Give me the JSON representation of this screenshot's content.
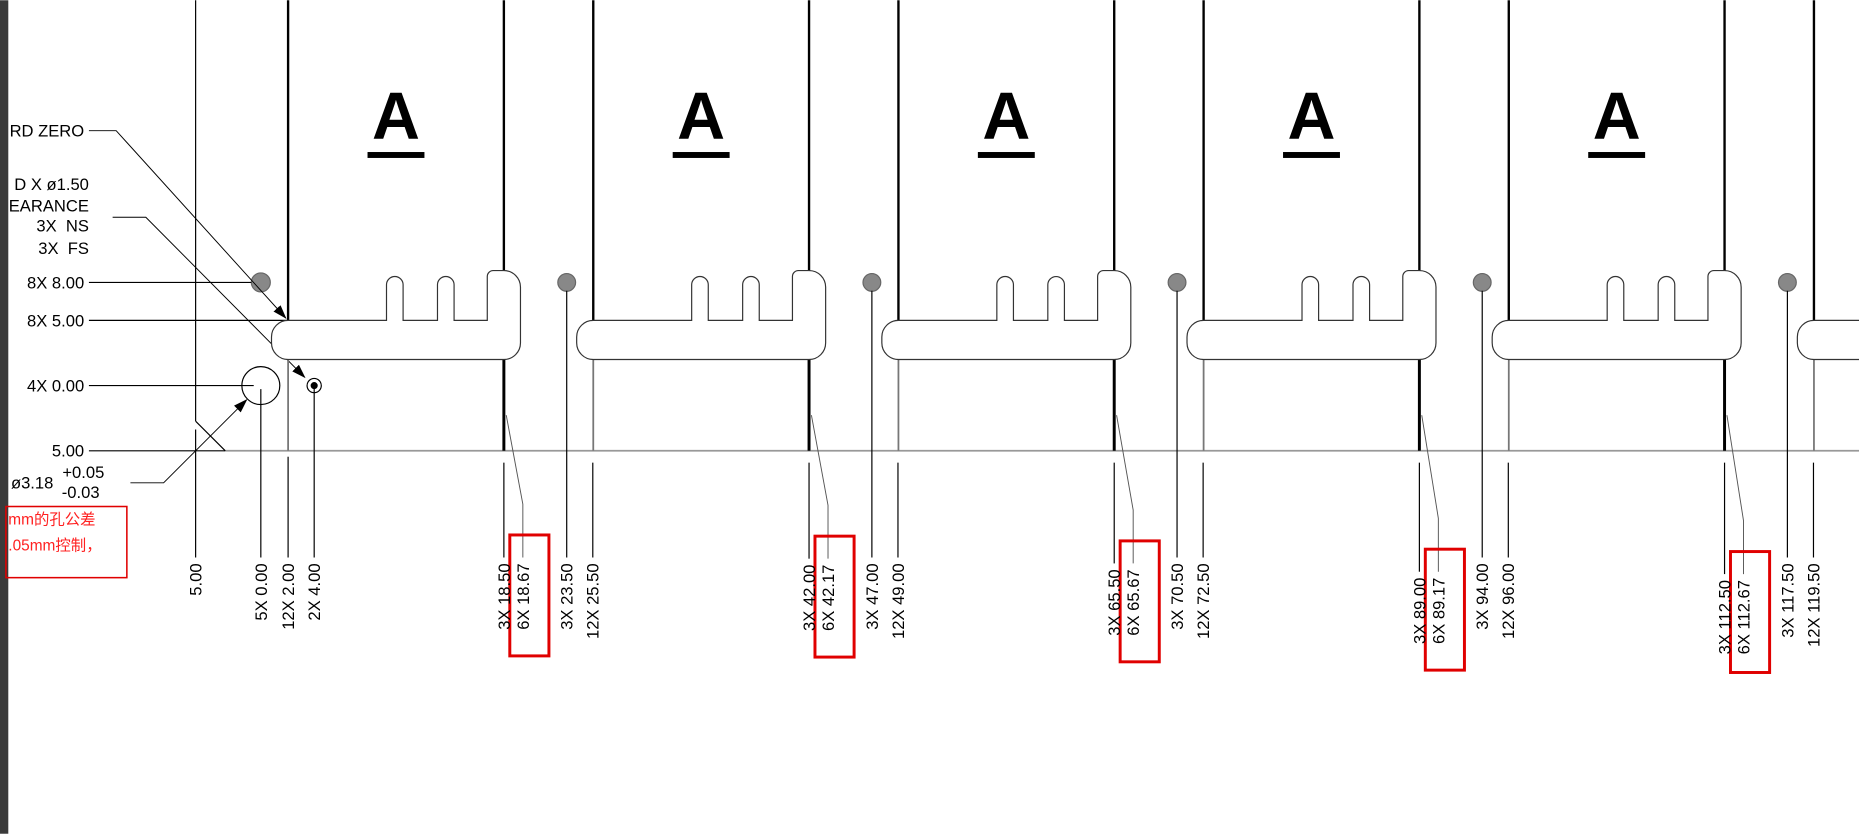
{
  "left_callouts": {
    "datum_zero": "RD ZERO",
    "hole_spec": "D X ø1.50",
    "clearance": "EARANCE",
    "ns": "3X  NS",
    "fs": "3X  FS",
    "dim_8": "8X 8.00",
    "dim_5": "8X 5.00",
    "dim_0": "4X 0.00",
    "dim_neg5": "5.00",
    "hole_dia": "ø3.18",
    "tol_plus": "+0.05",
    "tol_minus": "-0.03"
  },
  "note": {
    "line1": "mm的孔公差",
    "line2": ".05mm控制，",
    "color": "#ff2020"
  },
  "left_bottom_labels": [
    "5.00",
    "5X 0.00",
    "12X 2.00",
    "2X 4.00"
  ],
  "section_letter": "A",
  "blocks": [
    {
      "labels": [
        "3X 18.50",
        "6X 18.67",
        "3X 23.50",
        "12X 25.50"
      ]
    },
    {
      "labels": [
        "3X 42.00",
        "6X 42.17",
        "3X 47.00",
        "12X 49.00"
      ]
    },
    {
      "labels": [
        "3X 65.50",
        "6X 65.67",
        "3X 70.50",
        "12X 72.50"
      ]
    },
    {
      "labels": [
        "3X 89.00",
        "6X 89.17",
        "3X 94.00",
        "12X 96.00"
      ]
    },
    {
      "labels": [
        "3X 112.50",
        "6X 112.67",
        "3X 117.50",
        "12X 119.50"
      ]
    }
  ],
  "highlight_color": "#e00000"
}
